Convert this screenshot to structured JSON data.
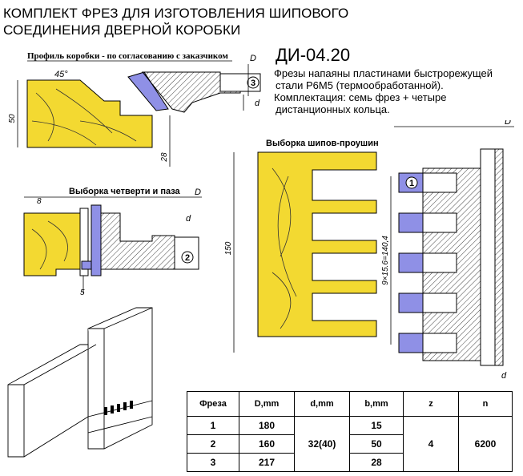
{
  "title": {
    "line1": "КОМПЛЕКТ ФРЕЗ ДЛЯ ИЗГОТОВЛЕНИЯ ШИПОВОГО",
    "line2": "СОЕДИНЕНИЯ ДВЕРНОЙ КОРОБКИ"
  },
  "product_code": "ДИ-04.20",
  "description": {
    "line1": "Фрезы напаяны пластинами быстрорежущей",
    "line2": "стали Р6М5 (термообработанной).",
    "line3": "Комплектация: семь фрез + четыре",
    "line4": "дистанционных кольца."
  },
  "diagram_profile": {
    "caption": "Профиль коробки - по согласованию с заказчиком",
    "angle": "45°",
    "dim_height": "50",
    "dim_depth": "28",
    "label_D": "D",
    "label_d": "d",
    "cutter_number": "3"
  },
  "diagram_quarter": {
    "caption": "Выборка четверти и паза",
    "dim_width": "8",
    "dim_depth": "5",
    "label_D": "D",
    "label_d": "d",
    "cutter_number": "2"
  },
  "diagram_tenon": {
    "caption": "Выборка шипов-проушин",
    "dim_height": "150",
    "dim_pitch": "9×15.6=140,4",
    "label_D": "D",
    "label_d": "d",
    "cutter_number": "1"
  },
  "spec_table": {
    "headers": [
      "Фреза",
      "D,mm",
      "d,mm",
      "b,mm",
      "z",
      "n"
    ],
    "rows": [
      {
        "cutter": "1",
        "D": "180",
        "b": "15"
      },
      {
        "cutter": "2",
        "D": "160",
        "b": "50"
      },
      {
        "cutter": "3",
        "D": "217",
        "b": "28"
      }
    ],
    "shared_d": "32(40)",
    "shared_z": "4",
    "shared_n": "6200"
  },
  "colors": {
    "wood": "#f3d931",
    "cutter_plate": "#8f90e6",
    "hatch": "#444444"
  }
}
